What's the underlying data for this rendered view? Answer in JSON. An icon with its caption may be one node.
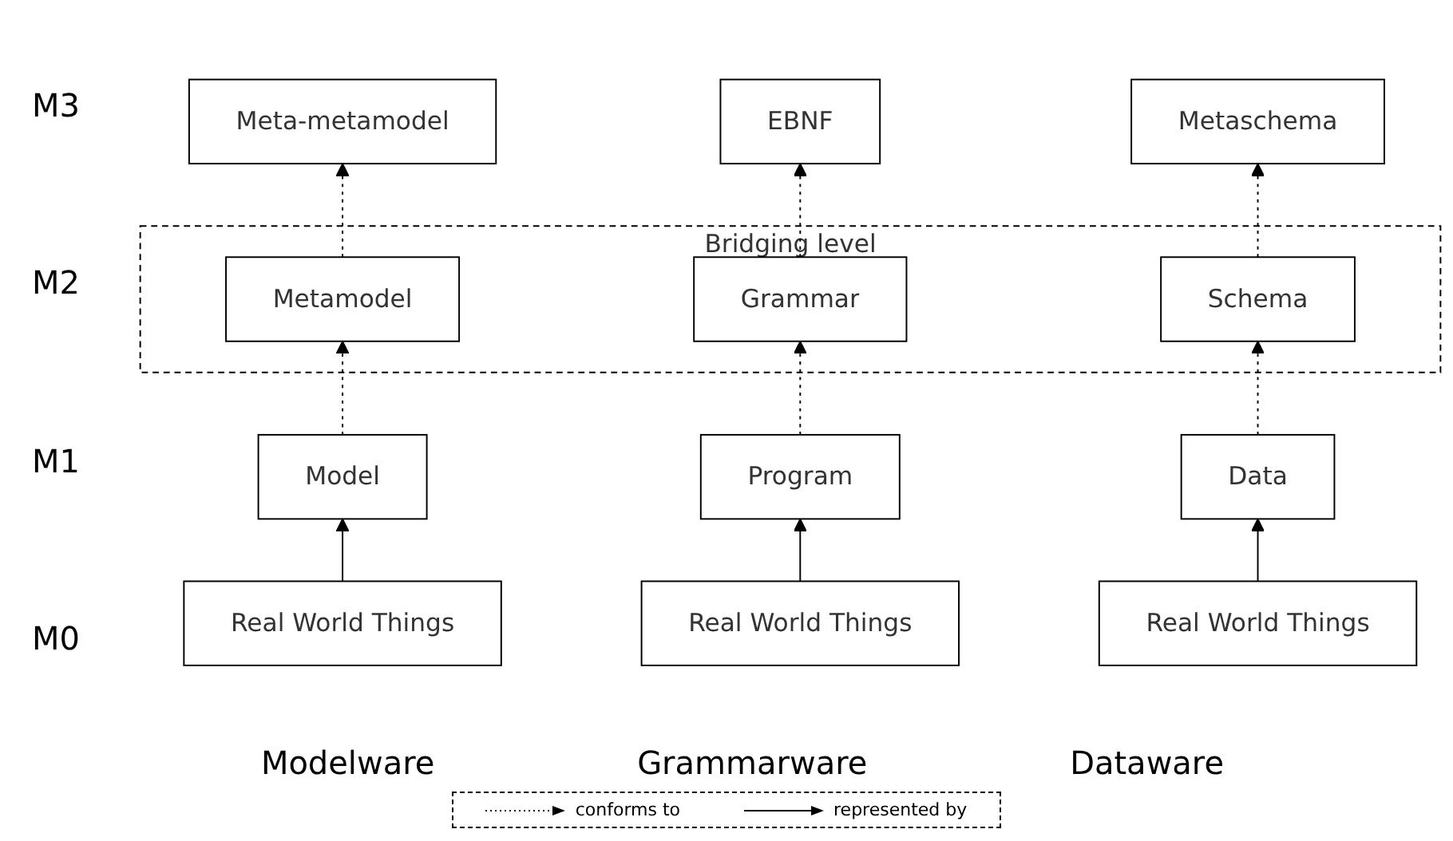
{
  "diagram": {
    "nodes": [
      {
        "text": [
          "Meta-metamodel"
        ]
      },
      {
        "text": [
          "EBNF"
        ]
      },
      {
        "text": [
          "Metaschema"
        ]
      },
      {
        "text": [
          "Bridging level"
        ]
      },
      {
        "text": [
          "Metamodel"
        ],
        "in": 3
      },
      {
        "text": [
          "Grammar"
        ],
        "in": 3
      },
      {
        "text": [
          "Schema"
        ],
        "in": 3
      },
      {
        "text": [
          "Model"
        ]
      },
      {
        "text": [
          "Program"
        ]
      },
      {
        "text": [
          "Data"
        ]
      },
      {
        "text": [
          "Real World Things"
        ]
      },
      {
        "text": [
          "Real World Things"
        ]
      },
      {
        "text": [
          "Real World Things"
        ]
      }
    ],
    "edges": [
      {
        "from": 10,
        "to": 7,
        "arrow": "to"
      },
      {
        "from": 11,
        "to": 8,
        "arrow": "to"
      },
      {
        "from": 12,
        "to": 9,
        "arrow": "to"
      },
      {
        "from": 7,
        "to": 4,
        "arrow": "to",
        "style": "dashed"
      },
      {
        "from": 8,
        "to": 5,
        "arrow": "to",
        "style": "dashed"
      },
      {
        "from": 9,
        "to": 6,
        "arrow": "to",
        "style": "dashed"
      },
      {
        "from": 4,
        "to": 0,
        "arrow": "to",
        "style": "dashed"
      },
      {
        "from": 5,
        "to": 1,
        "arrow": "to",
        "style": "dashed"
      },
      {
        "from": 6,
        "to": 2,
        "arrow": "to",
        "style": "dashed"
      }
    ],
    "labels": [
      "M3",
      "M2",
      "M1",
      "M0",
      "Modelware",
      "Grammarware",
      "Dataware"
    ],
    "legend": [
      {
        "text": "conforms to"
      },
      {
        "text": "represented by"
      }
    ]
  }
}
